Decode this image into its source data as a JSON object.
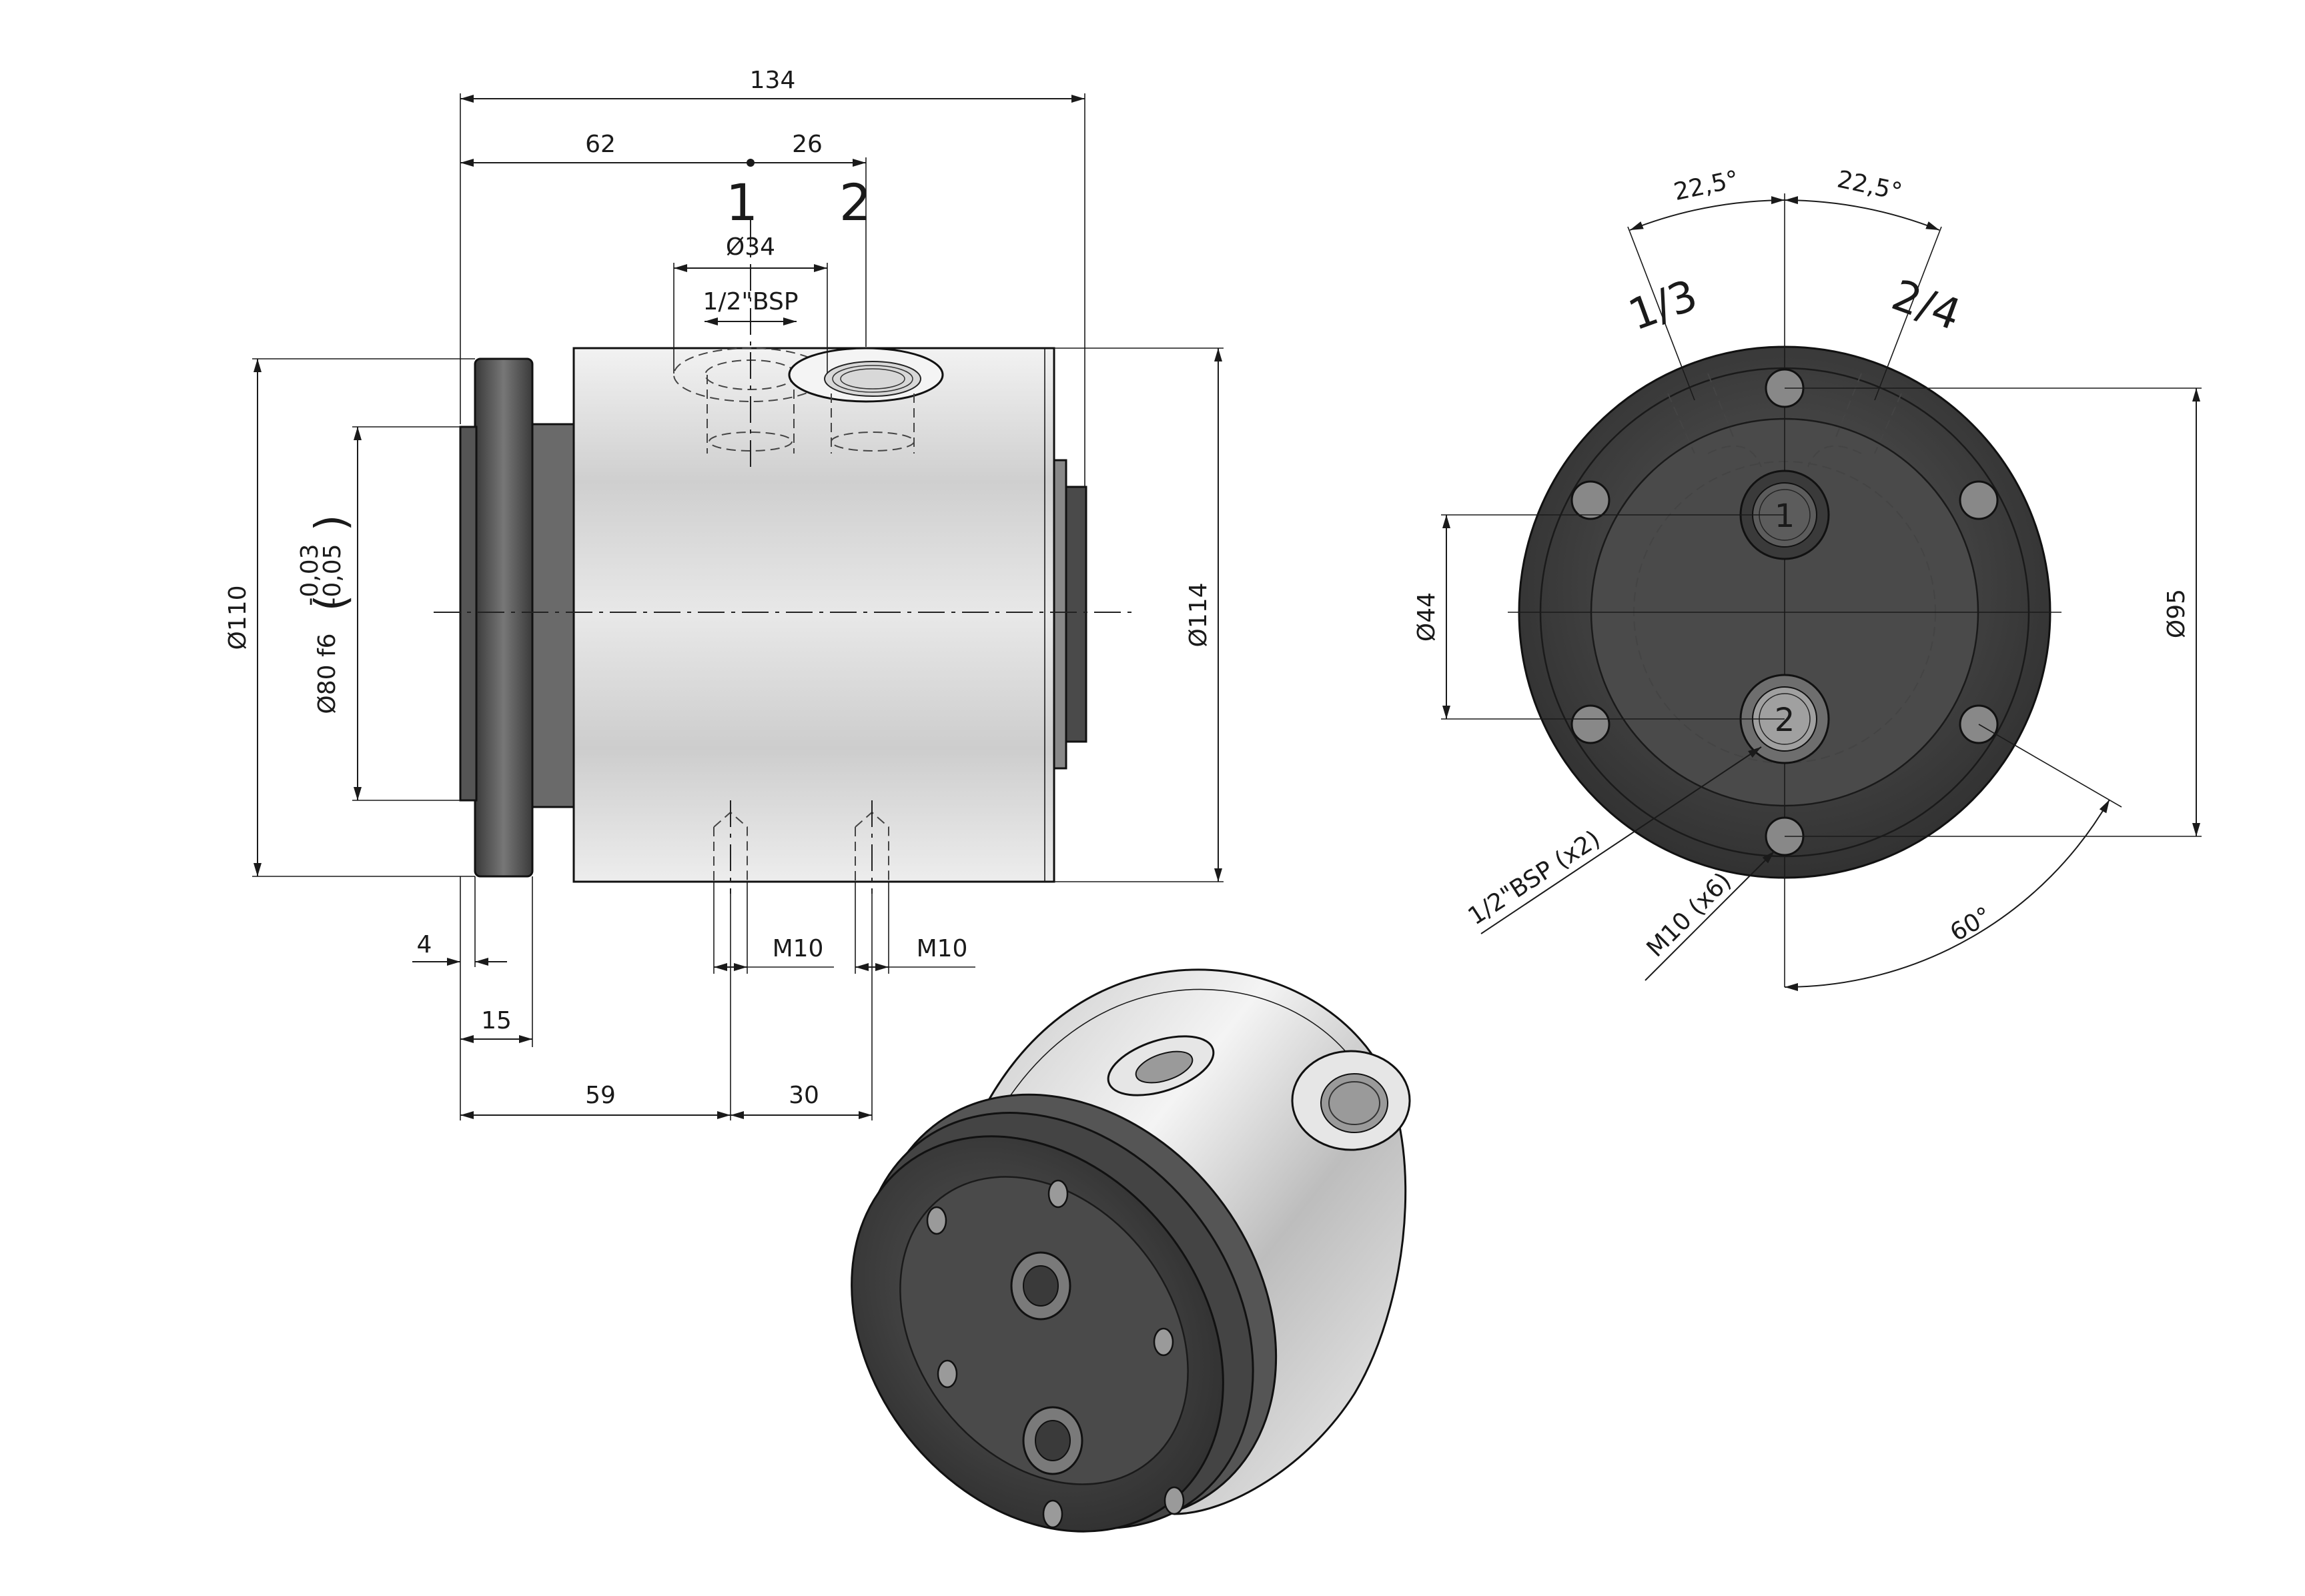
{
  "side_view": {
    "dim_overall_length": "134",
    "dim_port1_position": "62",
    "dim_port_spacing": "26",
    "port_label_1": "1",
    "port_label_2": "2",
    "dim_port_bore": "Ø34",
    "port_thread": "1/2\"BSP",
    "dim_flange_diameter": "Ø110",
    "dim_spigot_diameter": "Ø80 f6",
    "tol_upper": "-0,03",
    "tol_lower": "-0,05",
    "dim_body_diameter": "Ø114",
    "dim_flange_step": "4",
    "dim_flange_thickness": "15",
    "dim_thread_left": "M10",
    "dim_thread_right": "M10",
    "dim_hole_position": "59",
    "dim_hole_spacing": "30"
  },
  "end_view": {
    "angle_left": "22,5°",
    "angle_right": "22,5°",
    "port_group_left": "1/3",
    "port_group_right": "2/4",
    "dim_port_spacing": "Ø44",
    "dim_bolt_circle": "Ø95",
    "port_thread_note": "1/2\"BSP (x2)",
    "bolt_thread_note": "M10 (x6)",
    "angle_bolt_spacing": "60°",
    "port_center_1": "1",
    "port_center_2": "2"
  },
  "colors": {
    "line": "#1a1a1a",
    "body_light": "#dcdcdc",
    "flange_dark": "#4a4a4a",
    "face_dark": "#3c3c3c"
  }
}
